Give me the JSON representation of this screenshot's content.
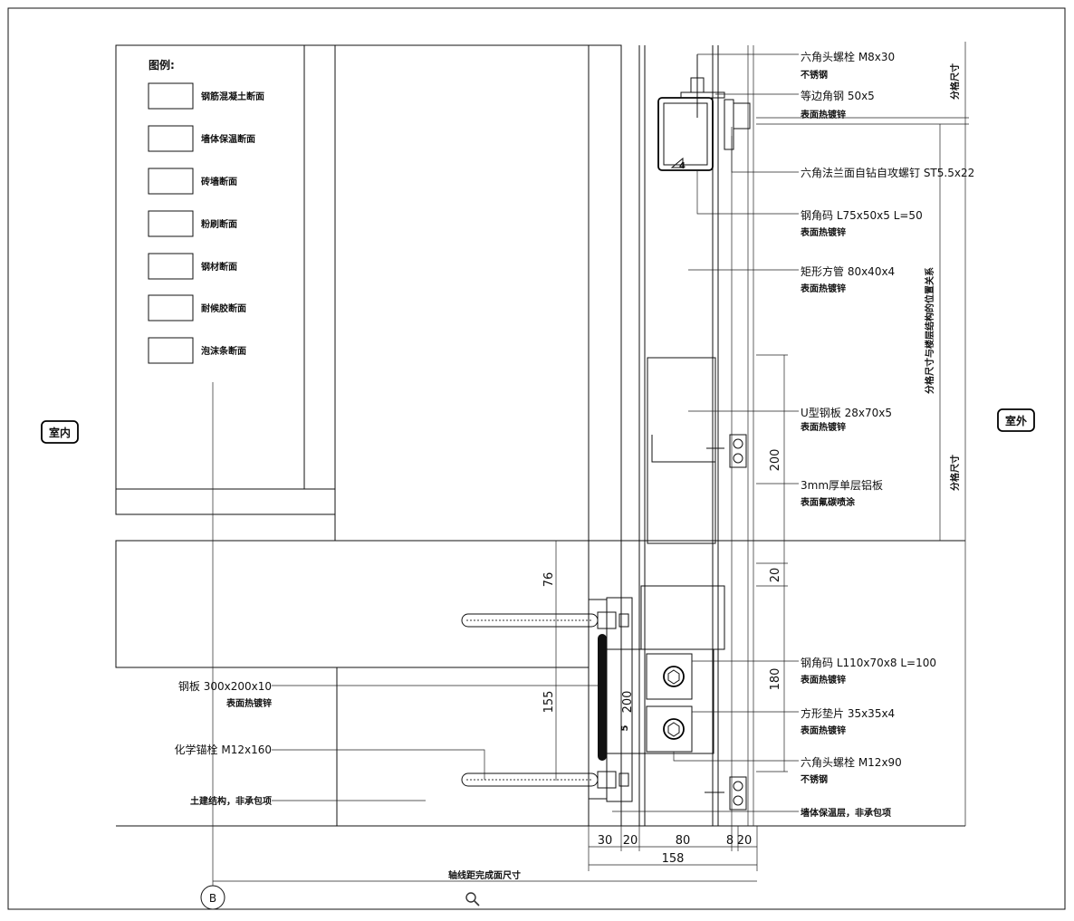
{
  "legend": {
    "title": "图例:",
    "items": [
      {
        "key": "concrete",
        "label": "钢筋混凝土断面"
      },
      {
        "key": "insulation",
        "label": "墙体保温断面"
      },
      {
        "key": "brick",
        "label": "砖墙断面"
      },
      {
        "key": "plaster",
        "label": "粉刷断面"
      },
      {
        "key": "steel",
        "label": "钢材断面"
      },
      {
        "key": "sealant",
        "label": "耐候胶断面"
      },
      {
        "key": "foam",
        "label": "泡沫条断面"
      }
    ]
  },
  "sides": {
    "indoor": "室内",
    "outdoor": "室外"
  },
  "annotations_right": [
    {
      "main": "六角头螺栓 M8x30",
      "sub": "不锈钢"
    },
    {
      "main": "等边角钢 50x5",
      "sub": "表面热镀锌"
    },
    {
      "main": "六角法兰面自钻自攻螺钉 ST5.5x22",
      "sub": ""
    },
    {
      "main": "钢角码 L75x50x5 L=50",
      "sub": "表面热镀锌"
    },
    {
      "main": "矩形方管 80x40x4",
      "sub": "表面热镀锌"
    },
    {
      "main": "U型钢板 28x70x5",
      "sub": "表面热镀锌"
    },
    {
      "main": "3mm厚单层铝板",
      "sub": "表面氟碳喷涂"
    },
    {
      "main": "钢角码 L110x70x8 L=100",
      "sub": "表面热镀锌"
    },
    {
      "main": "方形垫片 35x35x4",
      "sub": "表面热镀锌"
    },
    {
      "main": "六角头螺栓 M12x90",
      "sub": "不锈钢"
    },
    {
      "main": "墙体保温层，非承包项",
      "sub": ""
    }
  ],
  "annotations_left": [
    {
      "main": "钢板 300x200x10",
      "sub": "表面热镀锌"
    },
    {
      "main": "化学锚栓 M12x160",
      "sub": ""
    },
    {
      "main": "土建结构，非承包项",
      "sub": ""
    }
  ],
  "vertical_labels": {
    "division_top": "分格尺寸",
    "relation": "分格尺寸与楼层结构的位置关系",
    "division_bottom": "分格尺寸"
  },
  "dimensions": {
    "d200_upper": "200",
    "d20": "20",
    "d180": "180",
    "d76": "76",
    "d155": "155",
    "d200_plate": "200",
    "d5": "5",
    "d4": "4",
    "bottom_row": [
      "30",
      "20",
      "80",
      "8",
      "20"
    ],
    "total": "158"
  },
  "axis": {
    "label": "轴线距完成面尺寸",
    "grid_id": "B"
  },
  "icons": {
    "zoom": "magnifier-icon"
  }
}
